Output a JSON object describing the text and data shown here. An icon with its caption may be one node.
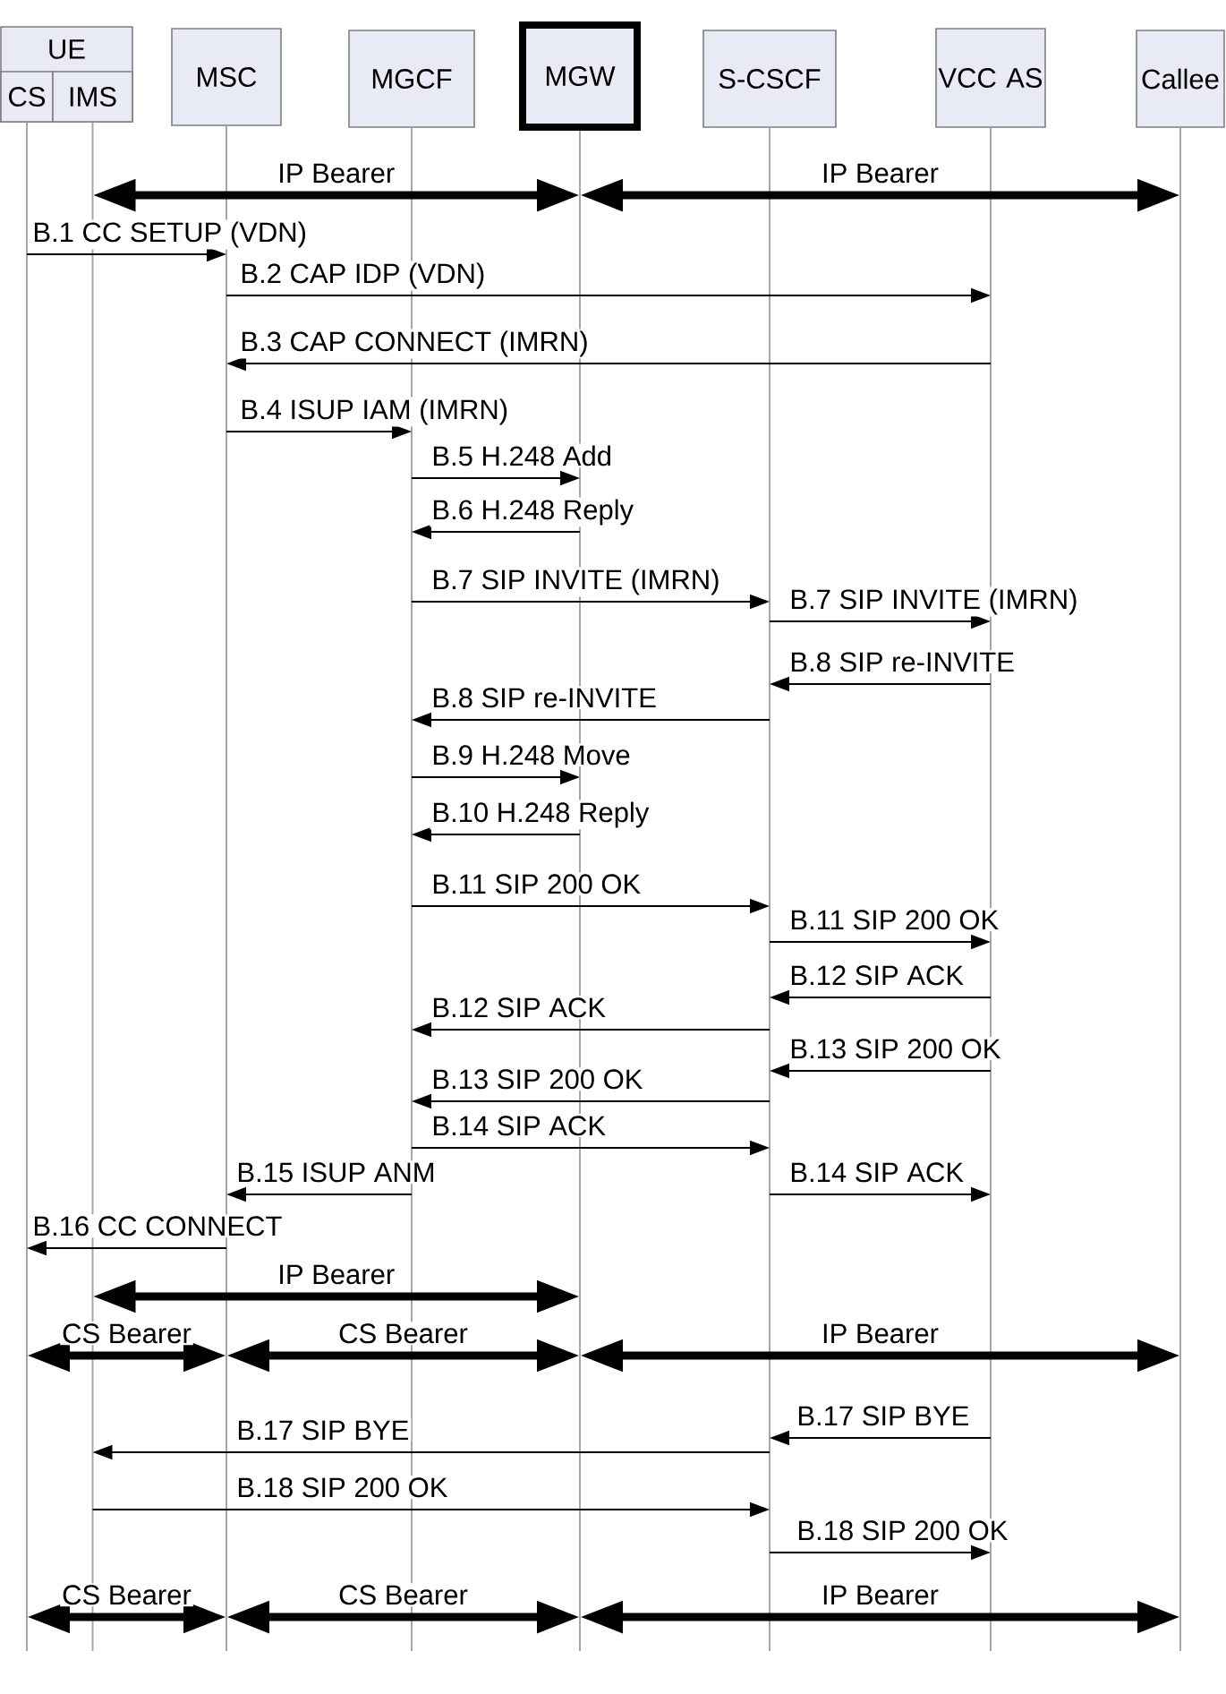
{
  "diagram": {
    "nodes": [
      {
        "text": [
          "UE"
        ]
      },
      {
        "text": [
          "CS"
        ],
        "in": 0
      },
      {
        "text": [
          "IMS"
        ],
        "in": 0
      },
      {
        "text": [
          "MSC"
        ]
      },
      {
        "text": [
          "MGCF"
        ]
      },
      {
        "text": [
          "MGW"
        ]
      },
      {
        "text": [
          "S-CSCF"
        ]
      },
      {
        "text": [
          "VCC AS"
        ]
      },
      {
        "text": [
          "Callee"
        ]
      },
      {
        "text": [],
        "shape": "line"
      },
      {
        "text": [],
        "shape": "line"
      },
      {
        "text": [],
        "shape": "line"
      },
      {
        "text": [],
        "shape": "line"
      },
      {
        "text": [],
        "shape": "line"
      },
      {
        "text": [],
        "shape": "line"
      },
      {
        "text": [],
        "shape": "line"
      },
      {
        "text": [],
        "shape": "line"
      }
    ],
    "edges": [
      {
        "from": 10,
        "to": 13,
        "arrow": "both",
        "label": "IP Bearer",
        "style": "thick"
      },
      {
        "from": 13,
        "to": 16,
        "arrow": "both",
        "label": "IP Bearer",
        "style": "thick"
      },
      {
        "from": 9,
        "to": 11,
        "arrow": "to",
        "label": "B.1 CC SETUP (VDN)"
      },
      {
        "from": 11,
        "to": 15,
        "arrow": "to",
        "label": "B.2 CAP IDP (VDN)"
      },
      {
        "from": 15,
        "to": 11,
        "arrow": "to",
        "label": "B.3 CAP CONNECT (IMRN)"
      },
      {
        "from": 11,
        "to": 12,
        "arrow": "to",
        "label": "B.4 ISUP IAM (IMRN)"
      },
      {
        "from": 12,
        "to": 13,
        "arrow": "to",
        "label": "B.5 H.248 Add"
      },
      {
        "from": 13,
        "to": 12,
        "arrow": "to",
        "label": "B.6 H.248 Reply"
      },
      {
        "from": 12,
        "to": 14,
        "arrow": "to",
        "label": "B.7 SIP INVITE (IMRN)"
      },
      {
        "from": 14,
        "to": 15,
        "arrow": "to",
        "label": "B.7 SIP INVITE (IMRN)"
      },
      {
        "from": 15,
        "to": 14,
        "arrow": "to",
        "label": "B.8 SIP re-INVITE"
      },
      {
        "from": 14,
        "to": 12,
        "arrow": "to",
        "label": "B.8 SIP re-INVITE"
      },
      {
        "from": 12,
        "to": 13,
        "arrow": "to",
        "label": "B.9 H.248 Move"
      },
      {
        "from": 13,
        "to": 12,
        "arrow": "to",
        "label": "B.10 H.248 Reply"
      },
      {
        "from": 12,
        "to": 14,
        "arrow": "to",
        "label": "B.11 SIP 200 OK"
      },
      {
        "from": 14,
        "to": 15,
        "arrow": "to",
        "label": "B.11 SIP 200 OK"
      },
      {
        "from": 15,
        "to": 14,
        "arrow": "to",
        "label": "B.12 SIP ACK"
      },
      {
        "from": 14,
        "to": 12,
        "arrow": "to",
        "label": "B.12 SIP ACK"
      },
      {
        "from": 15,
        "to": 14,
        "arrow": "to",
        "label": "B.13 SIP 200 OK"
      },
      {
        "from": 14,
        "to": 12,
        "arrow": "to",
        "label": "B.13 SIP 200 OK"
      },
      {
        "from": 12,
        "to": 14,
        "arrow": "to",
        "label": "B.14 SIP ACK"
      },
      {
        "from": 12,
        "to": 11,
        "arrow": "to",
        "label": "B.15 ISUP ANM"
      },
      {
        "from": 14,
        "to": 15,
        "arrow": "to",
        "label": "B.14 SIP ACK"
      },
      {
        "from": 11,
        "to": 9,
        "arrow": "to",
        "label": "B.16 CC CONNECT"
      },
      {
        "from": 10,
        "to": 13,
        "arrow": "both",
        "label": "IP Bearer",
        "style": "thick"
      },
      {
        "from": 9,
        "to": 11,
        "arrow": "both",
        "label": "CS Bearer",
        "style": "thick"
      },
      {
        "from": 11,
        "to": 13,
        "arrow": "both",
        "label": "CS Bearer",
        "style": "thick"
      },
      {
        "from": 13,
        "to": 16,
        "arrow": "both",
        "label": "IP Bearer",
        "style": "thick"
      },
      {
        "from": 15,
        "to": 14,
        "arrow": "to",
        "label": "B.17 SIP BYE"
      },
      {
        "from": 14,
        "to": 10,
        "arrow": "to",
        "label": "B.17 SIP BYE"
      },
      {
        "from": 10,
        "to": 14,
        "arrow": "to",
        "label": "B.18 SIP 200 OK"
      },
      {
        "from": 14,
        "to": 15,
        "arrow": "to",
        "label": "B.18 SIP 200 OK"
      },
      {
        "from": 9,
        "to": 11,
        "arrow": "both",
        "label": "CS Bearer",
        "style": "thick"
      },
      {
        "from": 11,
        "to": 13,
        "arrow": "both",
        "label": "CS Bearer",
        "style": "thick"
      },
      {
        "from": 13,
        "to": 16,
        "arrow": "both",
        "label": "IP Bearer",
        "style": "thick"
      }
    ]
  }
}
